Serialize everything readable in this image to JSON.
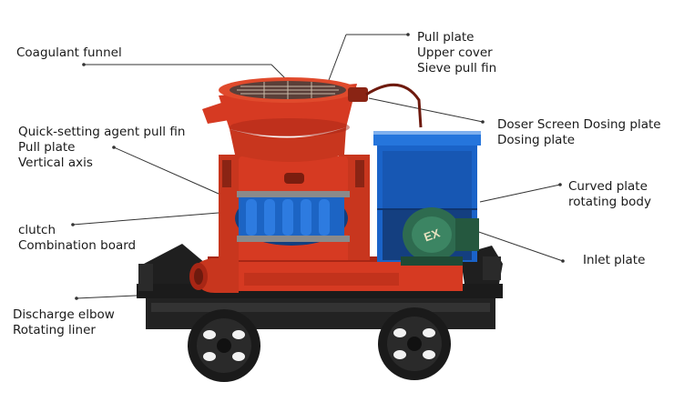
{
  "labels": {
    "coagulant_funnel": [
      "Coagulant funnel"
    ],
    "pull_plate_group": [
      "Pull plate",
      "Upper cover",
      "Sieve pull fin"
    ],
    "quick_setting_group": [
      "Quick-setting agent pull fin",
      "Pull plate",
      "Vertical axis"
    ],
    "doser_group": [
      "Doser Screen Dosing plate",
      "Dosing plate"
    ],
    "curved_plate_group": [
      "Curved plate",
      "rotating body"
    ],
    "clutch_group": [
      "clutch",
      "Combination board"
    ],
    "inlet_plate": [
      "Inlet plate"
    ],
    "discharge_group": [
      "Discharge elbow",
      "Rotating liner"
    ]
  },
  "motor_marking": "EX",
  "colors": {
    "machine_red": "#d63a22",
    "machine_red_dark": "#a82615",
    "rotor_blue": "#1c64c4",
    "rotor_blue_dark": "#123f80",
    "motor_box_blue": "#1a63c8",
    "motor_green": "#2e6b4f",
    "frame_black": "#1b1b1b",
    "leader_line": "#333333"
  }
}
